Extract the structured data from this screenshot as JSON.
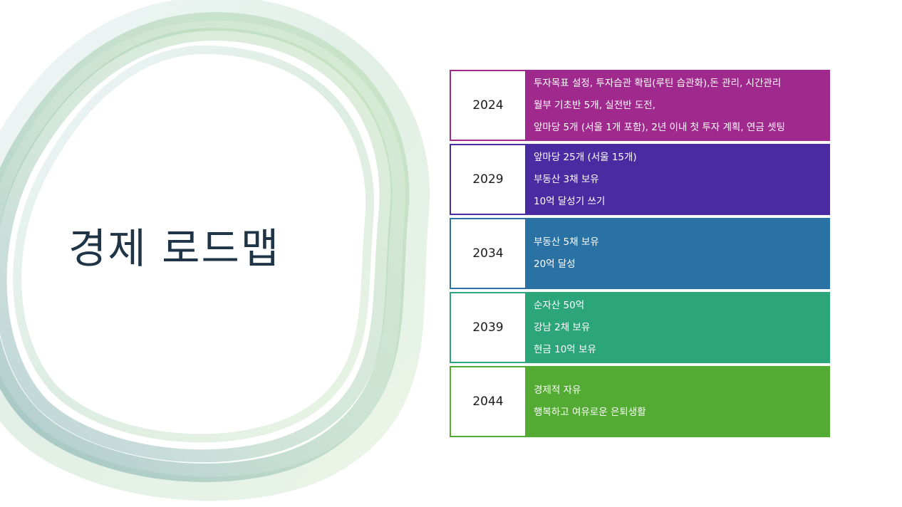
{
  "title": "경제 로드맵",
  "colors": {
    "row1": "#a0298e",
    "row2": "#4b2ba1",
    "row3": "#2a72a3",
    "row4": "#2da57a",
    "row5": "#53ab33"
  },
  "timeline": [
    {
      "year": "2024",
      "lines": [
        "투자목표 설정, 투자습관 확립(루틴 습관화),돈 관리, 시간관리",
        "월부 기초반 5개, 실전반 도전,",
        "앞마당 5개 (서울 1개 포함), 2년 이내 첫 투자 계획, 연금 셋팅"
      ]
    },
    {
      "year": "2029",
      "lines": [
        "앞마당 25개 (서울 15개)",
        "부동산 3채 보유",
        "10억 달성기 쓰기"
      ]
    },
    {
      "year": "2034",
      "lines": [
        "부동산 5채 보유",
        "20억 달성"
      ]
    },
    {
      "year": "2039",
      "lines": [
        "순자산 50억",
        "강남 2채 보유",
        "현금 10억 보유"
      ]
    },
    {
      "year": "2044",
      "lines": [
        "경제적 자유",
        "행복하고 여유로운 은퇴생활"
      ]
    }
  ]
}
